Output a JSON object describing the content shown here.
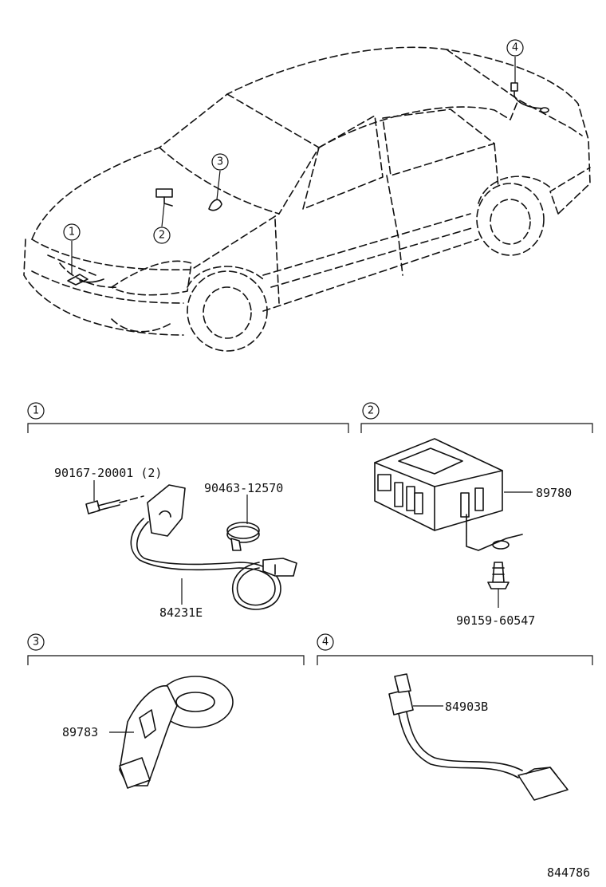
{
  "callouts": {
    "c1": "1",
    "c2": "2",
    "c3": "3",
    "c4": "4"
  },
  "sections": {
    "s1": "1",
    "s2": "2",
    "s3": "3",
    "s4": "4"
  },
  "parts": {
    "bolt_1": "90167-20001 (2)",
    "clamp": "90463-12570",
    "harness": "84231E",
    "module": "89780",
    "bolt_2": "90159-60547",
    "sensor_3": "89783",
    "cable_4": "84903B"
  },
  "diagram_id": "844786"
}
